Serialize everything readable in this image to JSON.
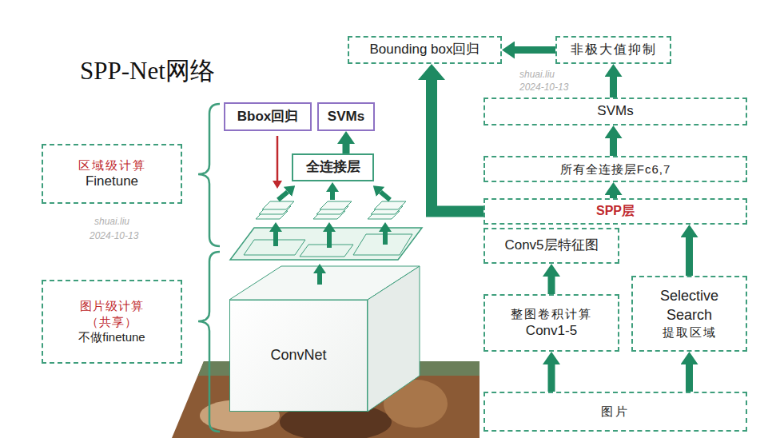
{
  "diagram": {
    "title": "SPP-Net网络",
    "nodes": [
      {
        "text": [
          "Bounding box回归"
        ]
      },
      {
        "text": [
          "非极大值抑制"
        ]
      },
      {
        "text": [
          "Bbox回归"
        ]
      },
      {
        "text": [
          "SVMs"
        ]
      },
      {
        "text": [
          "SVMs"
        ]
      },
      {
        "text": [
          "区域级计算",
          "Finetune"
        ]
      },
      {
        "text": [
          "全连接层"
        ]
      },
      {
        "text": [
          "所有全连接层Fc6,7"
        ]
      },
      {
        "text": [
          "SPP层"
        ]
      },
      {
        "text": [
          "Conv5层特征图"
        ]
      },
      {
        "text": [
          "图片级计算 （共享）",
          "不做finetune"
        ]
      },
      {
        "text": [
          "Selective Search",
          "提取区域"
        ]
      },
      {
        "text": [
          "整图卷积计算",
          "Conv1-5"
        ]
      },
      {
        "text": [
          "ConvNet"
        ]
      },
      {
        "text": [
          "图片"
        ]
      }
    ],
    "edges": [
      {
        "from": 14,
        "to": 12,
        "arrow": "to"
      },
      {
        "from": 14,
        "to": 11,
        "arrow": "to"
      },
      {
        "from": 12,
        "to": 9,
        "arrow": "to"
      },
      {
        "from": 11,
        "to": 8,
        "arrow": "to"
      },
      {
        "from": 8,
        "to": 7,
        "arrow": "to"
      },
      {
        "from": 7,
        "to": 4,
        "arrow": "to"
      },
      {
        "from": 4,
        "to": 1,
        "arrow": "to"
      },
      {
        "from": 1,
        "to": 0,
        "arrow": "to"
      },
      {
        "from": 8,
        "to": 0,
        "arrow": "to"
      },
      {
        "from": 6,
        "to": 3,
        "arrow": "to"
      }
    ],
    "labels": [
      "shuai.liu",
      "2024-10-13",
      "shuai.liu",
      "2024-10-13"
    ]
  }
}
